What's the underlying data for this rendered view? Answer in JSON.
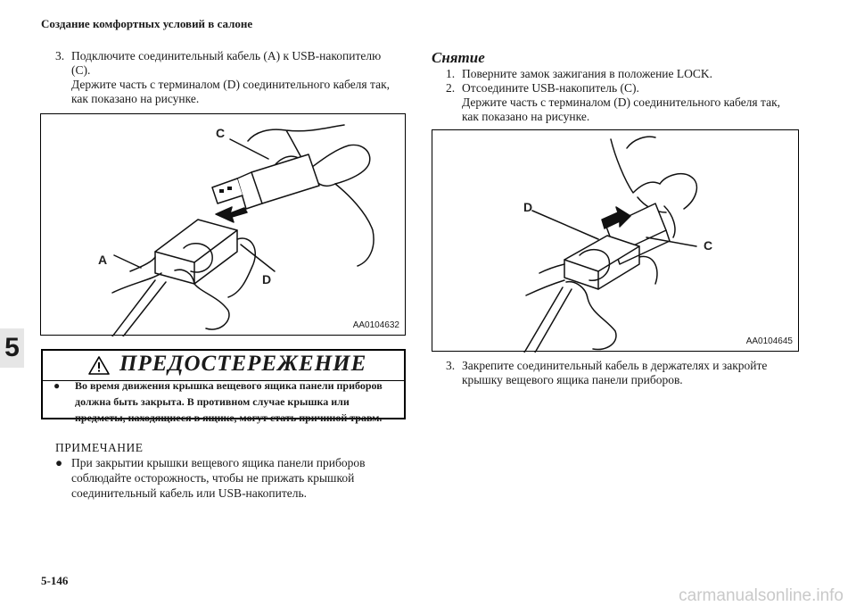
{
  "header": {
    "title": "Создание комфортных условий в салоне"
  },
  "chapter_tab": "5",
  "left": {
    "step3": {
      "number": "3.",
      "line1": "Подключите соединительный кабель (A) к USB-накопителю",
      "line2": "(C).",
      "line3": "Держите часть с терминалом (D) соединительного кабеля так,",
      "line4": "как показано на рисунке."
    },
    "figure1": {
      "code": "AA0104632",
      "labels": {
        "c": "C",
        "a": "A",
        "d": "D"
      }
    },
    "warning": {
      "title": "ПРЕДОСТЕРЕЖЕНИЕ",
      "icon": "warning-triangle-icon",
      "bullet": "●",
      "line1": "Во время движения крышка вещевого ящика панели приборов",
      "line2": "должна быть закрыта. В противном случае крышка или",
      "line3": "предметы, находящиеся в ящике, могут стать причиной травм."
    },
    "note": {
      "title": "ПРИМЕЧАНИЕ",
      "bullet": "●",
      "line1": "При закрытии крышки вещевого ящика панели приборов",
      "line2": "соблюдайте осторожность, чтобы не прижать крышкой",
      "line3": "соединительный кабель или USB-накопитель."
    }
  },
  "right": {
    "section_title": "Снятие",
    "step1": {
      "number": "1.",
      "text": "Поверните замок зажигания в положение LOCK."
    },
    "step2": {
      "number": "2.",
      "line1": "Отсоедините USB-накопитель (C).",
      "line2": "Держите часть с терминалом (D) соединительного кабеля так,",
      "line3": "как показано на рисунке."
    },
    "figure2": {
      "code": "AA0104645",
      "labels": {
        "d": "D",
        "c": "C"
      }
    },
    "step3": {
      "number": "3.",
      "line1": "Закрепите соединительный кабель в держателях и закройте",
      "line2": "крышку вещевого ящика панели приборов."
    }
  },
  "footer": {
    "page_number": "5-146",
    "watermark": "carmanualsonline.info"
  }
}
